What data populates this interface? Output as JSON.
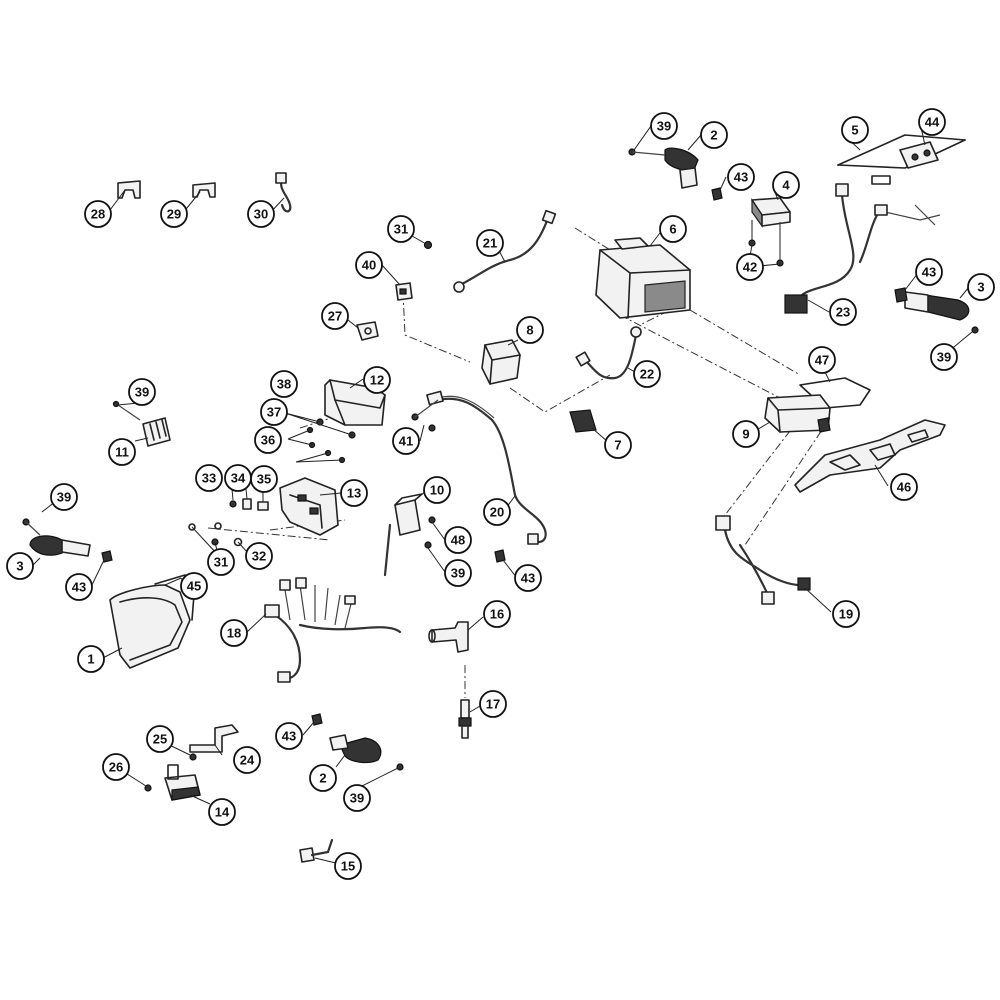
{
  "callouts": [
    {
      "id": "c1",
      "label": "1"
    },
    {
      "id": "c2a",
      "label": "2"
    },
    {
      "id": "c2b",
      "label": "2"
    },
    {
      "id": "c3a",
      "label": "3"
    },
    {
      "id": "c3b",
      "label": "3"
    },
    {
      "id": "c4",
      "label": "4"
    },
    {
      "id": "c5",
      "label": "5"
    },
    {
      "id": "c6",
      "label": "6"
    },
    {
      "id": "c7",
      "label": "7"
    },
    {
      "id": "c8",
      "label": "8"
    },
    {
      "id": "c9",
      "label": "9"
    },
    {
      "id": "c10",
      "label": "10"
    },
    {
      "id": "c11",
      "label": "11"
    },
    {
      "id": "c12",
      "label": "12"
    },
    {
      "id": "c13",
      "label": "13"
    },
    {
      "id": "c14",
      "label": "14"
    },
    {
      "id": "c15",
      "label": "15"
    },
    {
      "id": "c16",
      "label": "16"
    },
    {
      "id": "c17",
      "label": "17"
    },
    {
      "id": "c18",
      "label": "18"
    },
    {
      "id": "c19",
      "label": "19"
    },
    {
      "id": "c20",
      "label": "20"
    },
    {
      "id": "c21",
      "label": "21"
    },
    {
      "id": "c22",
      "label": "22"
    },
    {
      "id": "c23",
      "label": "23"
    },
    {
      "id": "c24",
      "label": "24"
    },
    {
      "id": "c25",
      "label": "25"
    },
    {
      "id": "c26",
      "label": "26"
    },
    {
      "id": "c27",
      "label": "27"
    },
    {
      "id": "c28",
      "label": "28"
    },
    {
      "id": "c29",
      "label": "29"
    },
    {
      "id": "c30",
      "label": "30"
    },
    {
      "id": "c31a",
      "label": "31"
    },
    {
      "id": "c31b",
      "label": "31"
    },
    {
      "id": "c32",
      "label": "32"
    },
    {
      "id": "c33",
      "label": "33"
    },
    {
      "id": "c34",
      "label": "34"
    },
    {
      "id": "c35",
      "label": "35"
    },
    {
      "id": "c36",
      "label": "36"
    },
    {
      "id": "c37",
      "label": "37"
    },
    {
      "id": "c38",
      "label": "38"
    },
    {
      "id": "c39a",
      "label": "39"
    },
    {
      "id": "c39b",
      "label": "39"
    },
    {
      "id": "c39c",
      "label": "39"
    },
    {
      "id": "c39d",
      "label": "39"
    },
    {
      "id": "c39e",
      "label": "39"
    },
    {
      "id": "c39f",
      "label": "39"
    },
    {
      "id": "c40",
      "label": "40"
    },
    {
      "id": "c41",
      "label": "41"
    },
    {
      "id": "c42",
      "label": "42"
    },
    {
      "id": "c43a",
      "label": "43"
    },
    {
      "id": "c43b",
      "label": "43"
    },
    {
      "id": "c43c",
      "label": "43"
    },
    {
      "id": "c43d",
      "label": "43"
    },
    {
      "id": "c43e",
      "label": "43"
    },
    {
      "id": "c44",
      "label": "44"
    },
    {
      "id": "c45",
      "label": "45"
    },
    {
      "id": "c46",
      "label": "46"
    },
    {
      "id": "c47",
      "label": "47"
    },
    {
      "id": "c48",
      "label": "48"
    }
  ]
}
